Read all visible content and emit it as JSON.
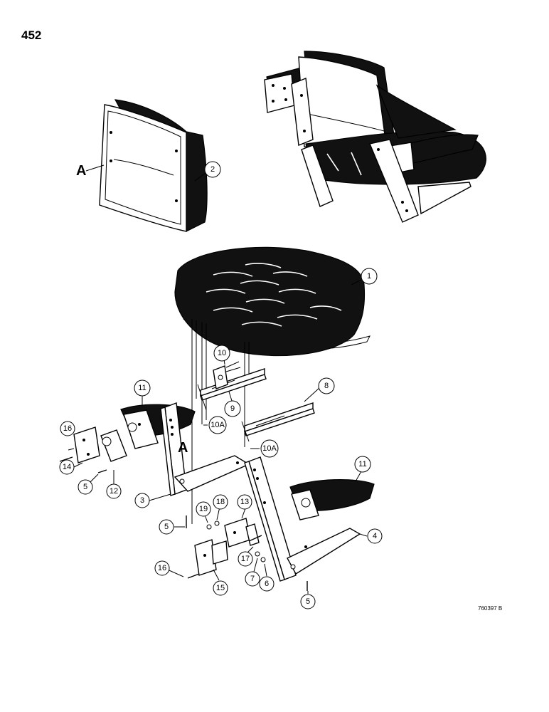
{
  "page": {
    "number": "452",
    "figure_code": "760397 B"
  },
  "view_letters": [
    "A",
    "A"
  ],
  "callouts": [
    "1",
    "2",
    "3",
    "4",
    "5",
    "5",
    "5",
    "6",
    "7",
    "8",
    "9",
    "10",
    "10A",
    "10A",
    "11",
    "11",
    "12",
    "13",
    "14",
    "15",
    "16",
    "16",
    "17",
    "18",
    "19"
  ]
}
